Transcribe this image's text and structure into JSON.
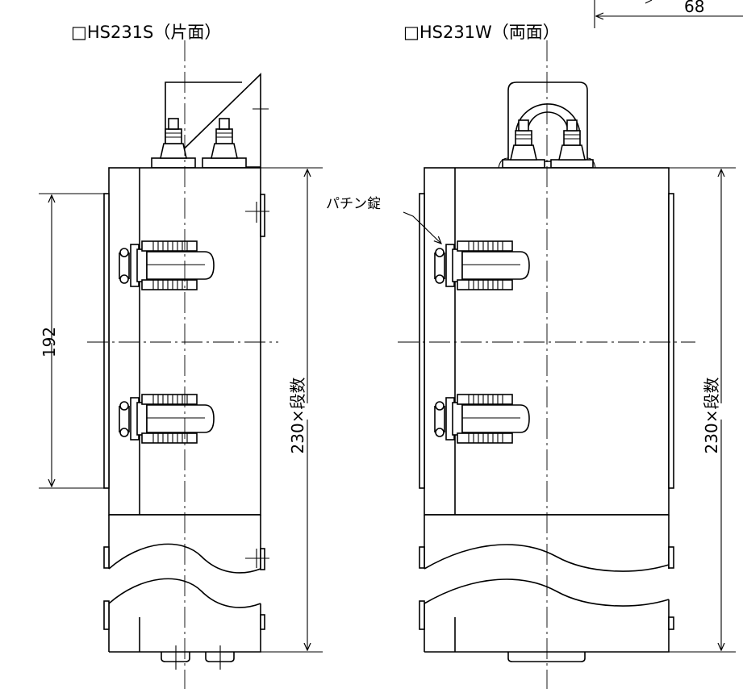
{
  "labels": {
    "single_title": "□HS231S（片面）",
    "double_title": "□HS231W（両面）",
    "top_dim": "68",
    "latch_callout": "パチン錠",
    "dim_192": "192",
    "height_left": "230×段数",
    "height_right": "230×段数"
  },
  "colors": {
    "line": "#000000",
    "background": "#ffffff"
  }
}
